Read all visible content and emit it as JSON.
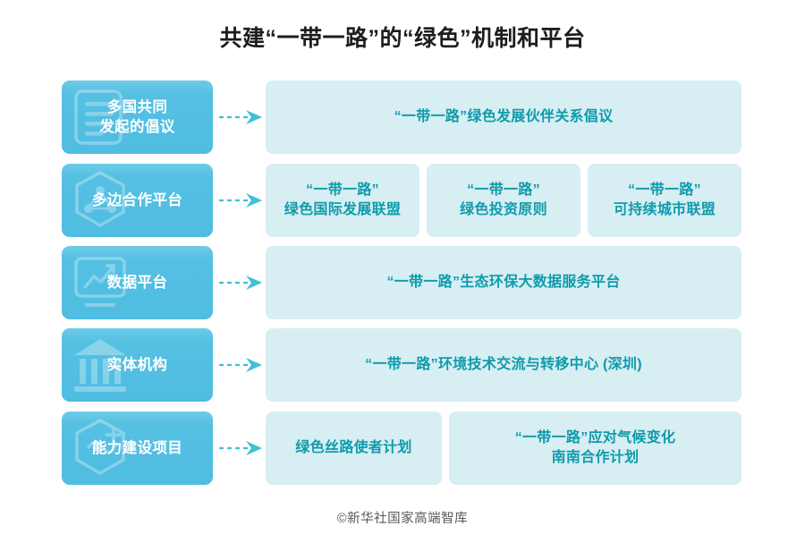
{
  "title": "共建“一带一路”的“绿色”机制和平台",
  "footer": "©新华社国家高端智库",
  "colors": {
    "label_blue": "#55c0e2",
    "content_bg": "#d7eef3",
    "content_text": "#0e9bab",
    "arrow": "#3fc0d6",
    "title_text": "#1d1d1d",
    "footer_text": "#585858"
  },
  "rows": [
    {
      "label": "多国共同\n发起的倡议",
      "icon": "document-stack-icon",
      "layout": "single",
      "items": [
        {
          "text": "“一带一路”绿色发展伙伴关系倡议"
        }
      ]
    },
    {
      "label": "多边合作平台",
      "icon": "hexagon-network-icon",
      "layout": "three",
      "items": [
        {
          "text": "“一带一路”\n绿色国际发展联盟"
        },
        {
          "text": "“一带一路”\n绿色投资原则"
        },
        {
          "text": "“一带一路”\n可持续城市联盟"
        }
      ]
    },
    {
      "label": "数据平台",
      "icon": "chart-monitor-icon",
      "layout": "single",
      "items": [
        {
          "text": "“一带一路”生态环保大数据服务平台"
        }
      ]
    },
    {
      "label": "实体机构",
      "icon": "institution-building-icon",
      "layout": "single",
      "items": [
        {
          "text": "“一带一路”环境技术交流与转移中心 (深圳)"
        }
      ]
    },
    {
      "label": "能力建设项目",
      "icon": "hexagon-plus-icon",
      "layout": "two",
      "items": [
        {
          "text": "绿色丝路使者计划"
        },
        {
          "text": "“一带一路”应对气候变化\n南南合作计划"
        }
      ]
    }
  ]
}
